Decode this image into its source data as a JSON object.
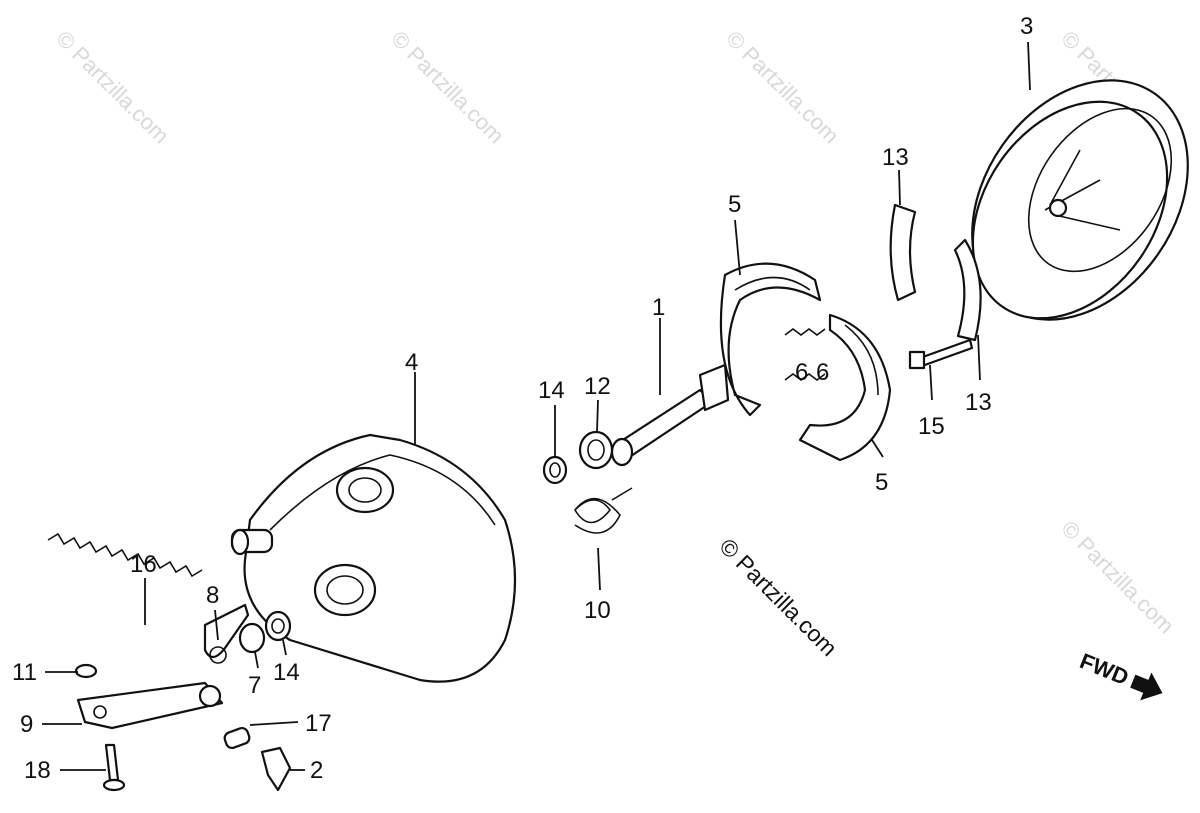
{
  "diagram": {
    "parts": {
      "p1": "1",
      "p2": "2",
      "p3": "3",
      "p4": "4",
      "p5a": "5",
      "p5b": "5",
      "p6a": "6",
      "p6b": "6",
      "p7": "7",
      "p8": "8",
      "p9": "9",
      "p10": "10",
      "p11": "11",
      "p12": "12",
      "p13a": "13",
      "p13b": "13",
      "p14a": "14",
      "p14b": "14",
      "p15": "15",
      "p16": "16",
      "p17": "17",
      "p18": "18"
    },
    "direction_label": "FWD",
    "watermark": "© Partzilla.com"
  }
}
